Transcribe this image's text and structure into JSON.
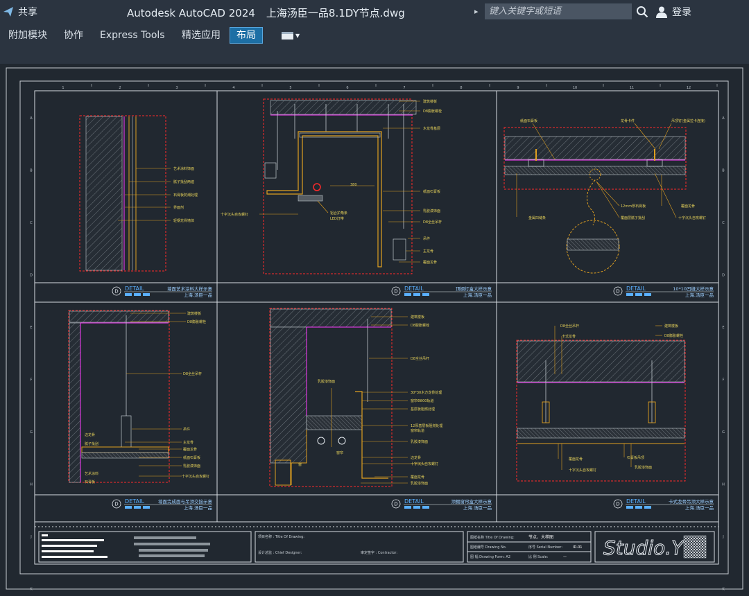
{
  "titlebar": {
    "share_label": "共享",
    "app_name": "Autodesk AutoCAD 2024",
    "file_name": "上海汤臣一品8.1DY节点.dwg",
    "search_placeholder": "键入关键字或短语",
    "login_label": "登录"
  },
  "ribbon": {
    "tabs": [
      {
        "label": "附加模块"
      },
      {
        "label": "协作"
      },
      {
        "label": "Express Tools"
      },
      {
        "label": "精选应用"
      },
      {
        "label": "布局",
        "active": true
      }
    ]
  },
  "drawing": {
    "column_numbers": [
      "1",
      "2",
      "3",
      "4",
      "5",
      "6",
      "7",
      "8",
      "9",
      "10",
      "11",
      "12"
    ],
    "row_letters": [
      "A",
      "B",
      "C",
      "D",
      "E",
      "F",
      "G",
      "H",
      "J",
      "K"
    ],
    "details": [
      {
        "marker": "D",
        "label": "DETAIL",
        "title": "墙面艺术涂料大样示意",
        "subtitle": "上海.汤臣一品"
      },
      {
        "marker": "D",
        "label": "DETAIL",
        "title": "顶棚灯盒大样示意",
        "subtitle": "上海.汤臣一品"
      },
      {
        "marker": "D",
        "label": "DETAIL",
        "title": "10*10凹缝大样示意",
        "subtitle": "上海.汤臣一品"
      },
      {
        "marker": "D",
        "label": "DETAIL",
        "title": "墙面完成面与吊顶交接示意",
        "subtitle": "上海.汤臣一品"
      },
      {
        "marker": "D",
        "label": "DETAIL",
        "title": "顶棚窗帘盒大样示意",
        "subtitle": "上海.汤臣一品"
      },
      {
        "marker": "D",
        "label": "DETAIL",
        "title": "卡式龙骨吊顶大样示意",
        "subtitle": "上海.汤臣一品"
      }
    ],
    "titleblock": {
      "drawing_name_label": "项目名称 : Title Of Drawing:",
      "designer_label": "设计总监 : Chief Designer:",
      "contractor_label": "审定签字 : Contractor:",
      "title_of_drawing_label": "图纸名称 Title Of Drawing:",
      "title_of_drawing_value": "节点、大样图",
      "drawing_no_label": "图纸编号 Drawing No.",
      "serial_label": "序号 Serial Number:",
      "serial_value": "ID-01",
      "format_label": "图 幅 Drawing Form: A2",
      "scale_label": "比 例 Scale:",
      "scale_value": "—",
      "logo_text": "Studio.Y"
    }
  }
}
